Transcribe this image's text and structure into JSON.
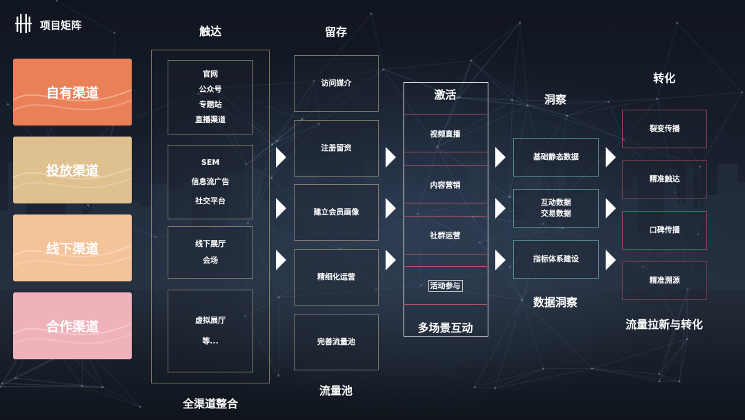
{
  "brand": {
    "title": "项目矩阵"
  },
  "channels": [
    {
      "label": "自有渠道",
      "color": "#e98058"
    },
    {
      "label": "投放渠道",
      "color": "#dfc18f"
    },
    {
      "label": "线下渠道",
      "color": "#f5c39a"
    },
    {
      "label": "合作渠道",
      "color": "#f0b2ba"
    }
  ],
  "reach": {
    "heading": "触达",
    "footer": "全渠道整合",
    "groups": [
      [
        "官网",
        "公众号",
        "专题站",
        "直播渠道"
      ],
      [
        "SEM",
        "信息流广告",
        "社交平台"
      ],
      [
        "线下展厅",
        "会场"
      ],
      [
        "虚拟展厅",
        "等..."
      ]
    ]
  },
  "retain": {
    "heading": "留存",
    "footer": "流量池",
    "items": [
      "访问媒介",
      "注册留资",
      "建立会员画像",
      "精细化运营",
      "完善流量池"
    ]
  },
  "activate": {
    "heading": "激活",
    "footer": "多场景互动",
    "items": [
      "视频直播",
      "内容营销",
      "社群运营",
      "活动参与"
    ]
  },
  "insight": {
    "heading": "洞察",
    "footer": "数据洞察",
    "items": [
      [
        "基础静态数据"
      ],
      [
        "互动数据",
        "交易数据"
      ],
      [
        "指标体系建设"
      ]
    ]
  },
  "convert": {
    "heading": "转化",
    "footer": "流量拉新与转化",
    "items": [
      "裂变传播",
      "精准触达",
      "口碑传播",
      "精准溯源"
    ]
  },
  "colors": {
    "frame": "#d7c88c",
    "pink_line": "#e65a6e",
    "teal_line": "#78d2c8"
  }
}
